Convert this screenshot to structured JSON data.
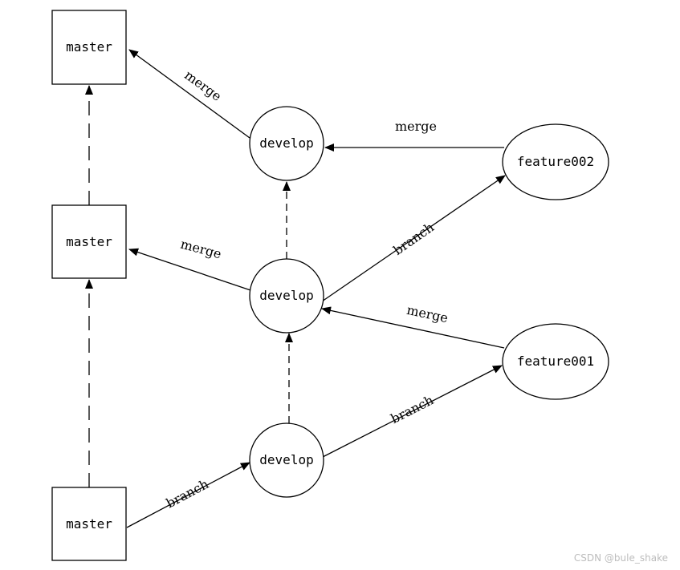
{
  "nodes": {
    "master_top": "master",
    "master_mid": "master",
    "master_bottom": "master",
    "develop_top": "develop",
    "develop_mid": "develop",
    "develop_bottom": "develop",
    "feature002": "feature002",
    "feature001": "feature001"
  },
  "edges": {
    "develop_top_to_master_top": "merge",
    "feature002_to_develop_top": "merge",
    "develop_mid_to_master_mid": "merge",
    "develop_mid_to_feature002": "branch",
    "feature001_to_develop_mid": "merge",
    "develop_bottom_to_feature001": "branch",
    "master_bottom_to_develop_bottom": "branch"
  },
  "watermark": "CSDN @bule_shake"
}
